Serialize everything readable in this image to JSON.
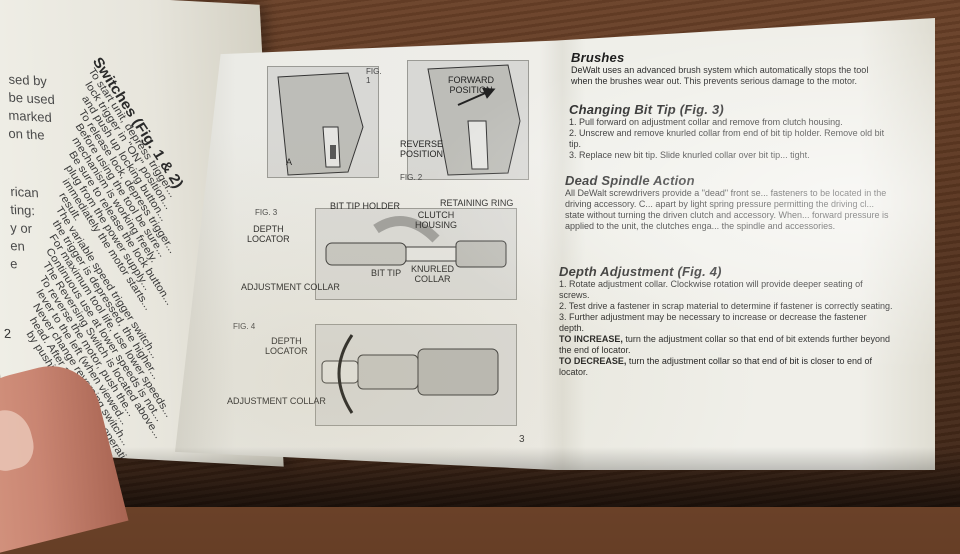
{
  "left_page": {
    "heading": "Switches (Fig. 1 & 2)",
    "lines": [
      "To start unit, depress trigger...",
      "lock trigger in \"ON\" position...",
      "and push up locking button...",
      "To release lock, depress trigger...",
      "Before using the tool be sure...",
      "mechanism is working freely.",
      "Be sure to release the lock button...",
      "plug from the power supply...",
      "immediately the motor starts...",
      "result.",
      "The variable speed trigger switch...",
      "the trigger is depressed, the higher...",
      "For maximum tool life, use lower speeds...",
      "Continuous use at lower speeds is not...",
      "The Reversing Switch is located above...",
      "To reverse the motor, push the...",
      "lever to the left (when viewed...",
      "Never change reversing switch...",
      "head. After any reversing operation...",
      "by pushing it to the right (when viewed..."
    ],
    "margin_fragments": [
      "sed by",
      "be used",
      "marked",
      "on the",
      "rican",
      "ting:",
      "y or",
      "en",
      "e"
    ],
    "page_number": "2"
  },
  "figures": {
    "fig1": {
      "label": "FIG. 1",
      "callouts": [
        "A"
      ]
    },
    "fig2": {
      "label": "FIG. 2",
      "callouts": [
        "FORWARD\nPOSITION",
        "REVERSE\nPOSITION"
      ]
    },
    "fig3": {
      "label": "FIG. 3",
      "callouts": [
        "BIT TIP HOLDER",
        "RETAINING RING",
        "CLUTCH\nHOUSING",
        "DEPTH\nLOCATOR",
        "BIT TIP",
        "KNURLED\nCOLLAR",
        "ADJUSTMENT COLLAR"
      ]
    },
    "fig4": {
      "label": "FIG. 4",
      "callouts": [
        "DEPTH\nLOCATOR",
        "ADJUSTMENT COLLAR"
      ]
    }
  },
  "right_page": {
    "brushes": {
      "title": "Brushes",
      "body": "DeWalt uses an advanced brush system which automatically stops the tool when the brushes wear out. This prevents serious damage to the motor."
    },
    "changing_bit": {
      "title": "Changing Bit Tip (Fig. 3)",
      "steps": [
        "1. Pull forward on adjustment collar and remove from clutch housing.",
        "2. Unscrew and remove knurled collar from end of bit tip holder. Remove old bit tip.",
        "3. Replace new bit tip. Slide knurled collar over bit tip... tight."
      ]
    },
    "dead_spindle": {
      "title": "Dead Spindle Action",
      "body": "All DeWalt screwdrivers provide a \"dead\" front se... fasteners to be located in the driving accessory. C... apart by light spring pressure permitting the driving cl... state without turning the driven clutch and accessory. When... forward pressure is applied to the unit, the clutches enga... the spindle and accessories."
    },
    "depth_adjustment": {
      "title": "Depth Adjustment (Fig. 4)",
      "steps": [
        "1. Rotate adjustment collar. Clockwise rotation will provide deeper seating of screws.",
        "2. Test drive a fastener in scrap material to determine if fastener is correctly seating.",
        "3. Further adjustment may be necessary to increase or decrease the fastener depth."
      ],
      "increase_label": "TO INCREASE,",
      "increase_text": "turn the adjustment collar so that end of bit extends further beyond the end of locator.",
      "decrease_label": "TO DECREASE,",
      "decrease_text": "turn the adjustment collar so that end of bit is closer to end of locator."
    },
    "page_number": "3"
  }
}
